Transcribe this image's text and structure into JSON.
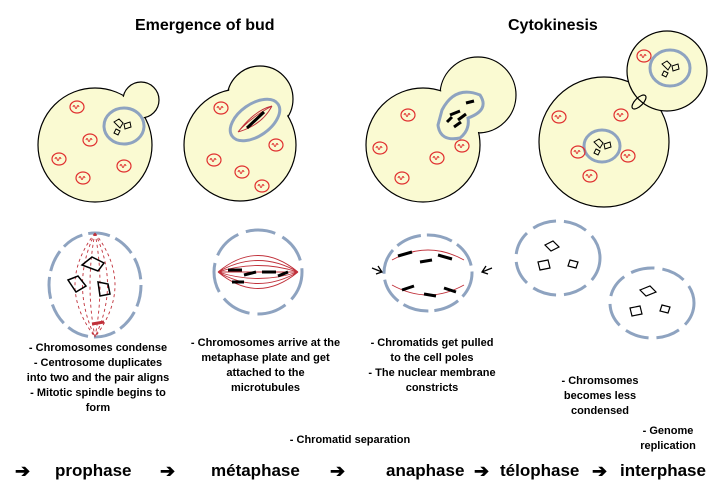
{
  "headings": {
    "bud": "Emergence of bud",
    "cytokinesis": "Cytokinesis"
  },
  "descriptions": {
    "prophase": [
      "- Chromosomes condense",
      "- Centrosome duplicates",
      "into two and the pair aligns",
      "- Mitotic spindle begins to",
      "form"
    ],
    "metaphase": [
      "- Chromosomes arrive at the",
      "metaphase plate and get",
      "attached to the",
      "microtubules"
    ],
    "anaphase": [
      "- Chromatids get pulled",
      "to the cell poles",
      "- The nuclear membrane",
      "constricts"
    ],
    "interphase": [
      "- Chromsomes",
      "becomes less",
      "condensed"
    ],
    "chromatid_separation": "- Chromatid separation",
    "genome_replication": [
      "- Genome",
      "replication"
    ]
  },
  "phases": {
    "arrow": "➔",
    "prophase": "prophase",
    "metaphase": "métaphase",
    "anaphase": "anaphase",
    "telophase": "télophase",
    "interphase": "interphase"
  },
  "colors": {
    "cell_fill": "#fafad2",
    "outline": "#000000",
    "nuclear_membrane": "#8ea3c0",
    "mitochondria": "#e03030",
    "spindle": "#c0303a",
    "membrane_patch": "#c8d5e6"
  }
}
